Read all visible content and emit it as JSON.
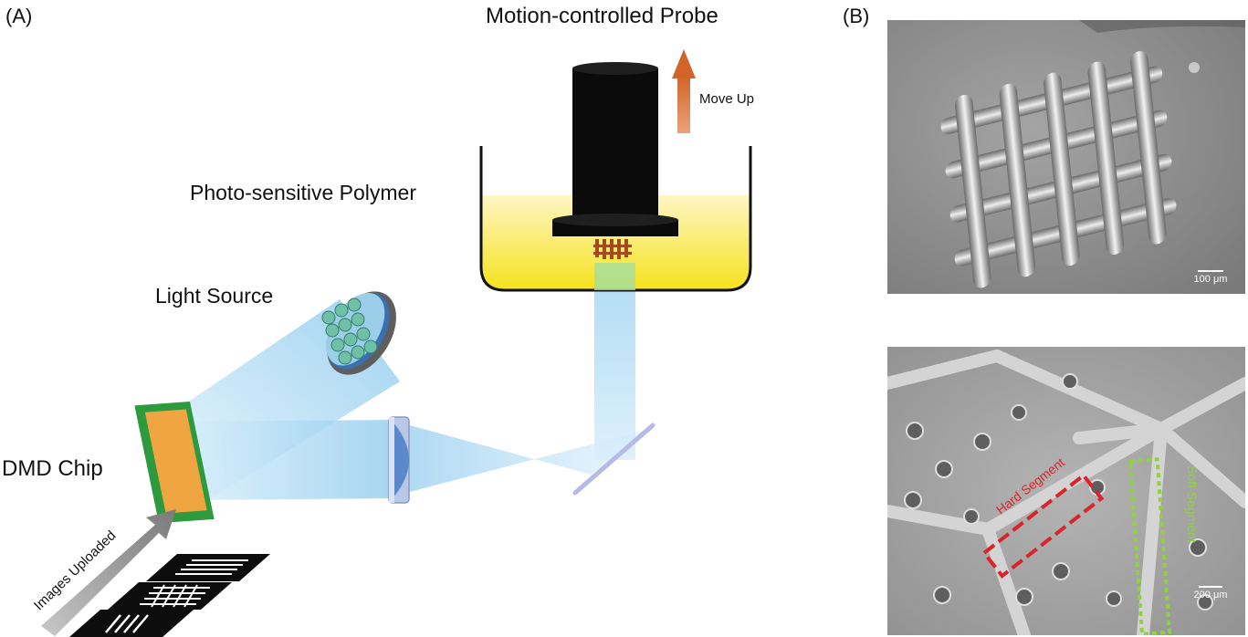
{
  "panel_a": {
    "letter": "(A)",
    "probe_title": "Motion-controlled Probe",
    "move_label": "Move Up",
    "polymer_label": "Photo-sensitive Polymer",
    "light_label": "Light Source",
    "dmd_label": "DMD Chip",
    "images_label": "Images Uploaded"
  },
  "panel_b": {
    "letter": "(B)",
    "top_scale": "100 μm",
    "bottom_scale": "200 μm",
    "hard_label": "Hard Segment",
    "soft_label": "Soft Segment"
  },
  "colors": {
    "arrow_orange": "#d2642a",
    "hard_red": "#d9242a",
    "soft_green": "#8dd43a",
    "chip_green": "#2d9a3e",
    "chip_orange": "#f0a640",
    "resin_yellow": "#f5e21c",
    "beam_blue": "#a9d9f3"
  }
}
